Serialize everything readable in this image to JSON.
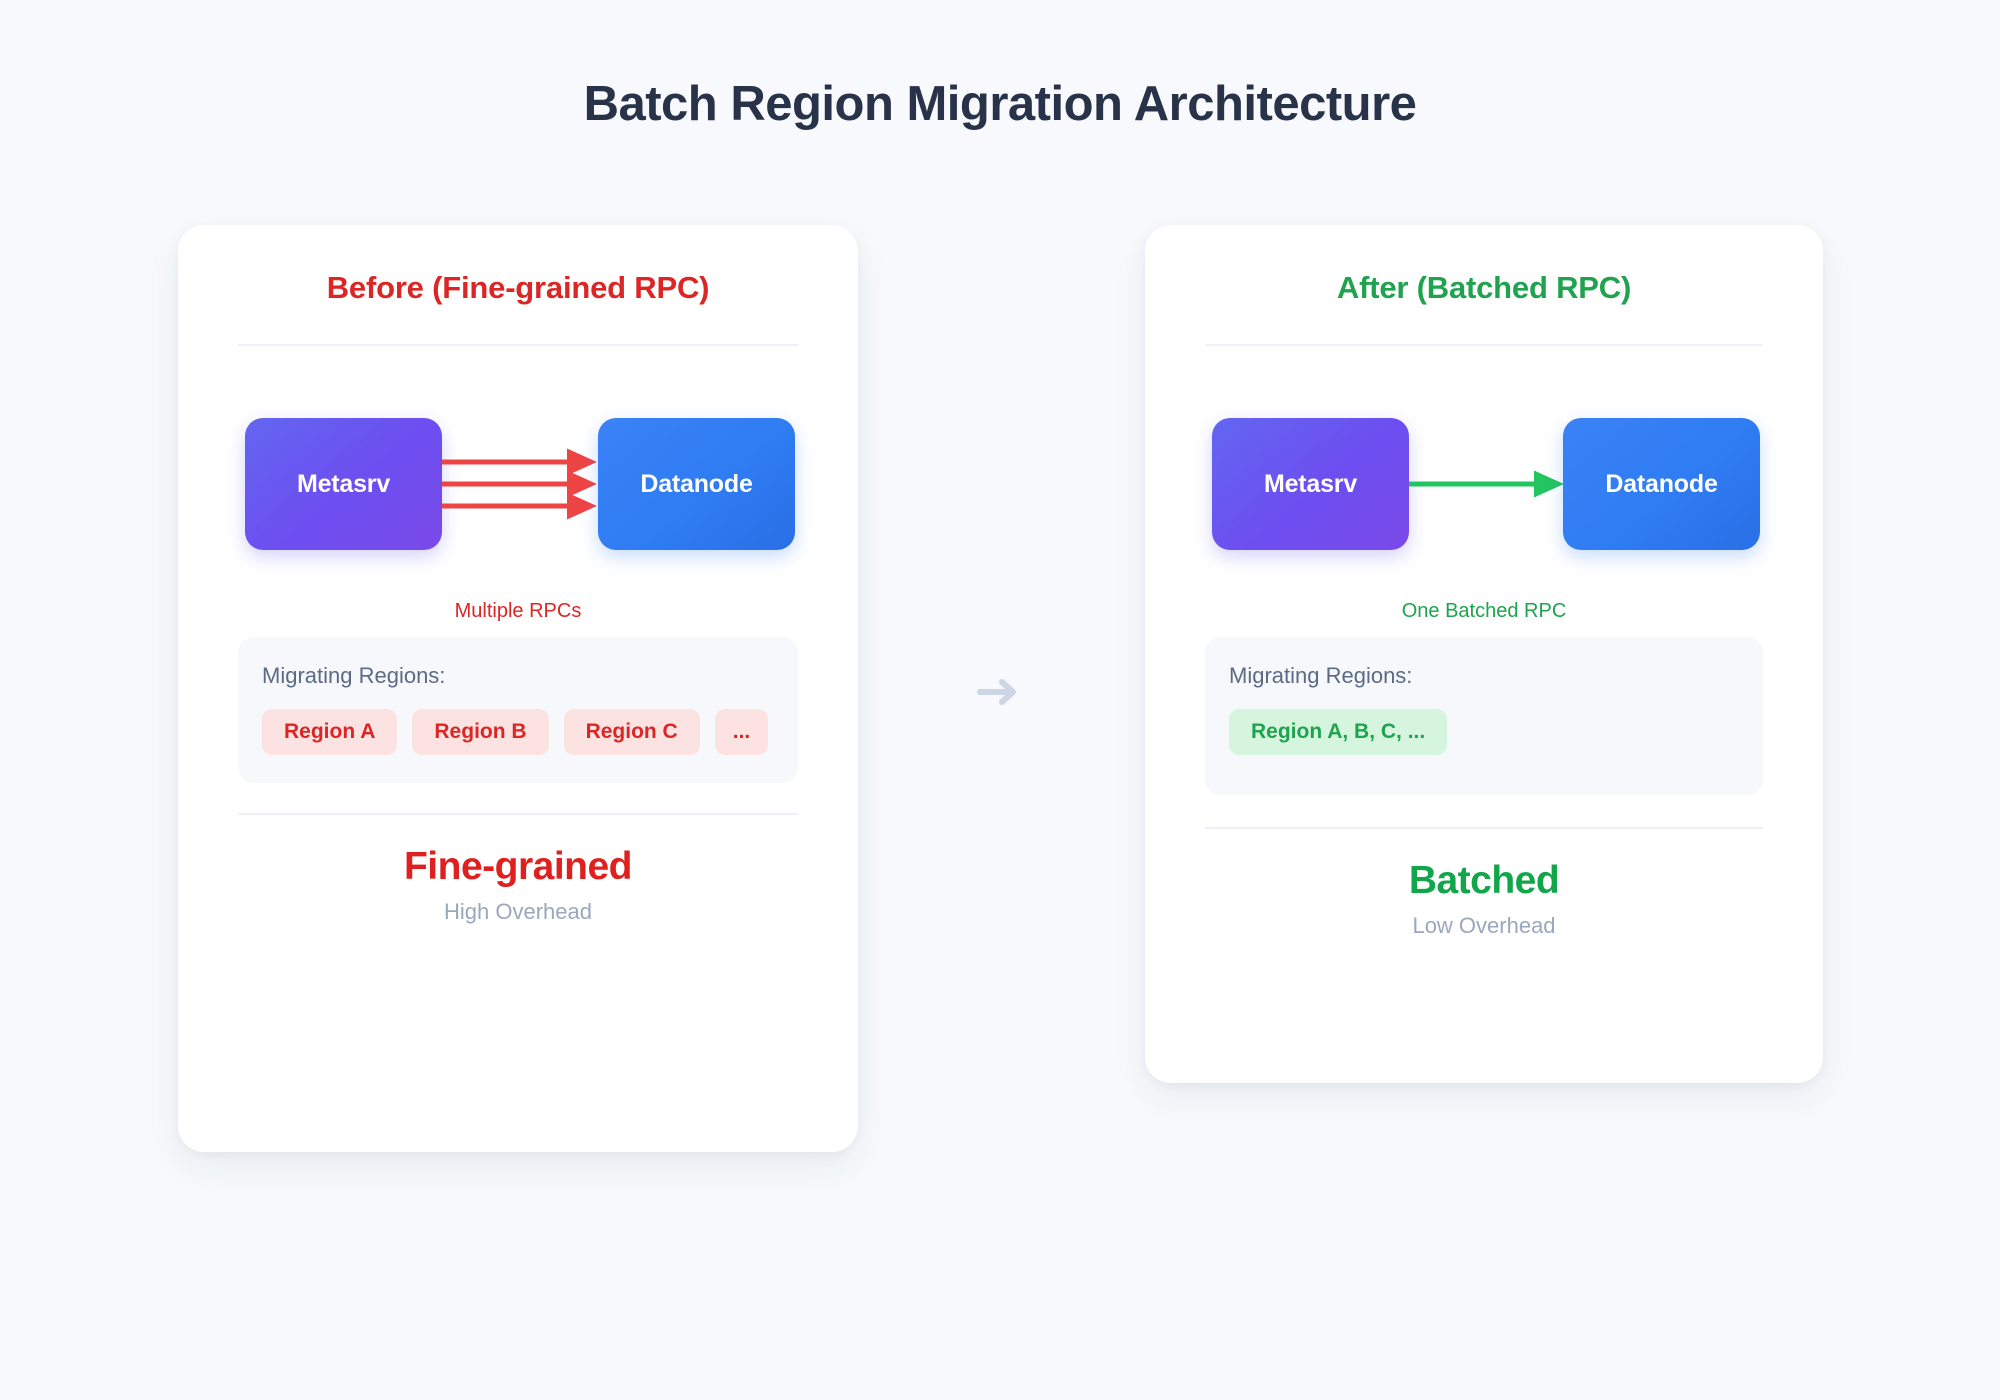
{
  "page": {
    "title": "Batch Region Migration Architecture",
    "background_color": "#f7f9fc",
    "title_color": "#28334a"
  },
  "center_connector": {
    "icon": "arrow-right-icon",
    "color": "#ccd6e4"
  },
  "colors": {
    "bad_accent": "#dc2626",
    "good_accent": "#1fa34e",
    "metasrv_node": "#6366f1",
    "datanode_node": "#3b82f6",
    "bad_arrow": "#ef4444",
    "good_arrow": "#22c55e",
    "badge_bad_bg": "#fde2e2",
    "badge_good_bg": "#d6f5de",
    "panel_bg": "#f6f8fb",
    "muted_text": "#9aa7bd",
    "label_text": "#5c6b85"
  },
  "cards": [
    {
      "id": "before",
      "header": "Before (Fine-grained RPC)",
      "nodes": {
        "source": "Metasrv",
        "target": "Datanode"
      },
      "arrow_count": 3,
      "rpc_caption": "Multiple RPCs",
      "regions_label": "Migrating Regions:",
      "badges": [
        "Region A",
        "Region B",
        "Region C",
        "..."
      ],
      "footer_title": "Fine-grained",
      "footer_subtitle": "High Overhead"
    },
    {
      "id": "after",
      "header": "After (Batched RPC)",
      "nodes": {
        "source": "Metasrv",
        "target": "Datanode"
      },
      "arrow_count": 1,
      "rpc_caption": "One Batched RPC",
      "regions_label": "Migrating Regions:",
      "badges": [
        "Region A, B, C, ..."
      ],
      "footer_title": "Batched",
      "footer_subtitle": "Low Overhead"
    }
  ]
}
